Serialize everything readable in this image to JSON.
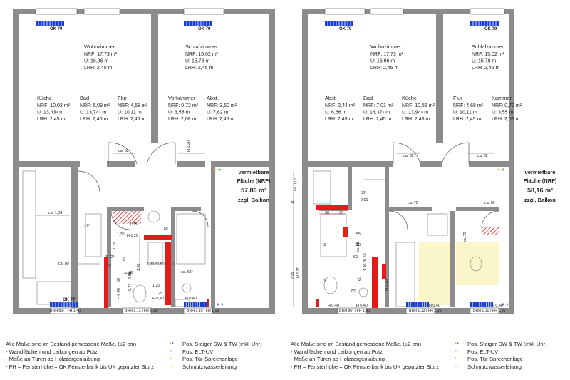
{
  "colors": {
    "wall": "#8c8c8c",
    "red": "#e31b1b",
    "blue": "#1a3fd1",
    "green": "#22a63a",
    "yellow": "#f2c230",
    "orange": "#f39c12",
    "pale_yellow": "#fbf6c9"
  },
  "plans": [
    {
      "window_tags": [
        "OK 79",
        "OK 79",
        "OK 77²"
      ],
      "rooms": [
        {
          "name": "Wohnzimmer",
          "lines": [
            "NRF: 17,73 m²",
            "U:    16,96 m",
            "LRH:  2,45 m"
          ]
        },
        {
          "name": "Schlafzimmer",
          "lines": [
            "NRF: 15,02 m²",
            "U:    15,78 m",
            "LRH:  2,45 m"
          ]
        },
        {
          "name": "Küche",
          "lines": [
            "NRF: 10,02 m²",
            "U:  13,43⁵ m",
            "LRH:  2,45 m"
          ]
        },
        {
          "name": "Bad",
          "lines": [
            "NRF: 6,09 m²",
            "U:  13,74⁵ m",
            "LRH: 2,46 m"
          ]
        },
        {
          "name": "Flur",
          "lines": [
            "NRF: 4,68 m²",
            "U:   10,11 m",
            "LRH: 2,45 m"
          ]
        },
        {
          "name": "Vorkammer",
          "lines": [
            "NRF: 0,72 m²",
            "U:      3,55 m",
            "LRH: 2,08 m"
          ]
        },
        {
          "name": "Abst.",
          "lines": [
            "NRF: 3,60 m²",
            "U:      7,82 m",
            "LRH: 2,45 m"
          ]
        }
      ],
      "area": {
        "title": "vermietbare",
        "subtitle": "Fläche (NRF)",
        "value": "57,86 m²",
        "note": "zzgl. Balkon"
      },
      "brh": [
        "BRH 86⁵ / FH 1,40",
        "BRH 1,13 / FH 1,15⁵",
        "BRH 1,10 / FH 1,16"
      ],
      "dims": [
        "ca. 1,04",
        "ca. 80",
        "ca. 82",
        "H 1,20",
        "17⁵",
        "1,35",
        "1,70",
        "H 1,20",
        "65",
        "1,00",
        "15",
        "1,20",
        "ca. 63⁵",
        "H 0,40",
        "H 0,40",
        "H 0,40",
        "25",
        "1,30 *0,50",
        "ca. 86",
        "0,85",
        "0,77",
        "1,72⁵",
        "1⁵",
        "1,35",
        "15",
        "60"
      ]
    },
    {
      "window_tags": [
        "OK 79",
        "OK 79"
      ],
      "rooms": [
        {
          "name": "Wohnzimmer",
          "lines": [
            "NRF: 17,73 m²",
            "U:    16,96 m",
            "LRH:  2,45 m"
          ]
        },
        {
          "name": "Schlafzimmer",
          "lines": [
            "NRF: 15,02 m²",
            "U:    15,78 m",
            "LRH:  2,45 m"
          ]
        },
        {
          "name": "Abst.",
          "lines": [
            "NRF: 2,44 m²",
            "U:      6,66 m",
            "LRH: 2,45 m"
          ]
        },
        {
          "name": "Bad",
          "lines": [
            "NRF: 7,01 m²",
            "U:  14,37⁵ m",
            "LRH: 2,45 m"
          ]
        },
        {
          "name": "Küche",
          "lines": [
            "NRF: 10,56 m²",
            "U:  13,94⁵ m",
            "LRH:  2,45 m"
          ]
        },
        {
          "name": "Flur",
          "lines": [
            "NRF: 4,68 m²",
            "U:   10,11 m",
            "LRH: 2,45 m"
          ]
        },
        {
          "name": "Kammer",
          "lines": [
            "NRF: 0,72 m²",
            "U:      3,55 m",
            "LRH: 2,08 m"
          ]
        }
      ],
      "area": {
        "title": "vermietbare",
        "subtitle": "Fläche (NRF)",
        "value": "58,16 m²",
        "note": "zzgl. Balkon"
      },
      "brh": [
        "BRH 86⁵ / FH 1,40",
        "BRH 1,13 / FH 1,15⁵",
        "BRH 1,10 / FH 1,16"
      ],
      "dims": [
        "ca. 1,09",
        "ca. 82",
        "ca. 82",
        "88⁵",
        "2,01",
        "ca. 70",
        "ca. 69",
        "90",
        "30",
        "15",
        "15",
        "55",
        "70",
        "ca. 81",
        "60",
        "1,90 *0,50",
        "60",
        "77⁵",
        "15",
        "2,05",
        "10",
        "H 1,50",
        "H 1,20",
        "ca. 70",
        "H 0,40",
        "H 0,40",
        "H 0,40",
        "H 0,40"
      ]
    }
  ],
  "legend_left": {
    "lines": [
      "Alle Maße sind im Bestand gemessene Maße. (±2 cm)",
      "- Wandflächen und Laibungen ab Putz",
      "- Maße an Türen ab Holzzargenlaibung",
      "- FH = Fensterhöhe = OK Fensterbank bis UK geputzter Sturz"
    ],
    "keys": [
      "Pos. Steiger SW & TW (inkl. Uhr)",
      "Pos. ELT-UV",
      "Pos. Tür-Sprechanlage",
      "Schmutzwasserleitung"
    ]
  },
  "legend_right": {
    "lines": [
      "Alle Maße sind im Bestand gemessene Maße. (±2 cm)",
      "- Wandflächen und Laibungen ab Putz",
      "- Maße an Türen ab Holzzargenlaibung",
      "- FH = Fensterhöhe = OK Fensterbank bis UK geputzter Sturz"
    ],
    "keys": [
      "Pos. Steiger SW & TW (inkl. Uhr)",
      "Pos. ELT-UV",
      "Pos. Tür-Sprechanlage",
      "Schmutzwasserleitung"
    ]
  }
}
